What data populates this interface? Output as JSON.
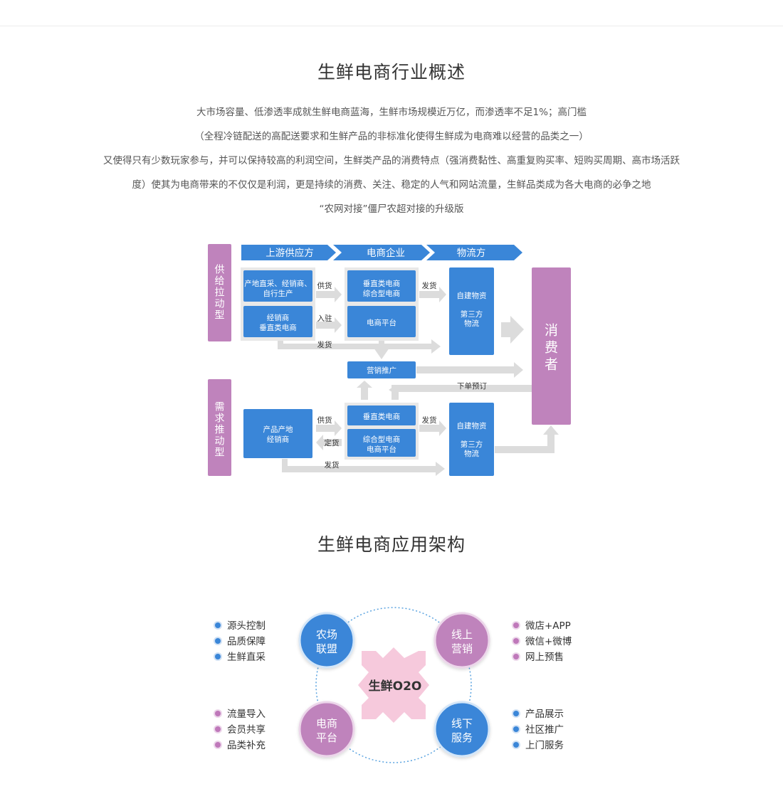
{
  "section1": {
    "title": "生鲜电商行业概述",
    "lines": [
      "大市场容量、低渗透率成就生鲜电商蓝海，生鲜市场规模近万亿，而渗透率不足1%；高门槛",
      "（全程冷链配送的高配送要求和生鲜产品的非标准化使得生鲜成为电商难以经营的品类之一）",
      "又使得只有少数玩家参与，并可以保持较高的利润空间，生鲜类产品的消费特点（强消费黏性、高重复购买率、短购买周期、高市场活跃",
      "度）使其为电商带来的不仅仅是利润，更是持续的消费、关注、稳定的人气和网站流量，生鲜品类成为各大电商的必争之地",
      "“农网对接”僵尸农超对接的升级版"
    ]
  },
  "flow": {
    "headers": [
      "上游供应方",
      "电商企业",
      "物流方"
    ],
    "supply_label": "供给拉动型",
    "demand_label": "需求推动型",
    "consumer": "消费者",
    "supply": {
      "upstream1": "产地直采、经销商、\n自行生产",
      "upstream2": "经销商\n垂直类电商",
      "ecom1": "垂直类电商\n综合型电商",
      "ecom2": "电商平台",
      "logistics": "自建物资\n\n第三方\n物流",
      "supply_arrow": "供货",
      "join_arrow": "入驻",
      "ship_arrow": "发货",
      "ship_bottom": "发货"
    },
    "marketing": "营销推广",
    "order": "下单预订",
    "demand": {
      "producer": "产品产地\n经销商",
      "ecom1": "垂直类电商",
      "ecom2": "综合型电商\n电商平台",
      "logistics": "自建物资\n\n第三方\n物流",
      "supply_arrow": "供货",
      "order_arrow": "定货",
      "ship_arrow": "发货",
      "ship_bottom": "发货"
    }
  },
  "section2": {
    "title": "生鲜电商应用架构",
    "center": "生鲜O2O",
    "circles": {
      "tl": "农场\n联盟",
      "tr": "线上\n营销",
      "bl": "电商\n平台",
      "br": "线下\n服务"
    },
    "lists": {
      "tl": [
        "源头控制",
        "品质保障",
        "生鲜直采"
      ],
      "tr": [
        "微店+APP",
        "微信+微博",
        "网上预售"
      ],
      "bl": [
        "流量导入",
        "会员共享",
        "品类补充"
      ],
      "br": [
        "产品展示",
        "社区推广",
        "上门服务"
      ]
    }
  },
  "colors": {
    "blue": "#3a86d8",
    "purple": "#bf83bc",
    "pink": "#f6c9dc",
    "gray_panel": "#e8e8e8",
    "gray_arrow": "#dcdcdc"
  }
}
